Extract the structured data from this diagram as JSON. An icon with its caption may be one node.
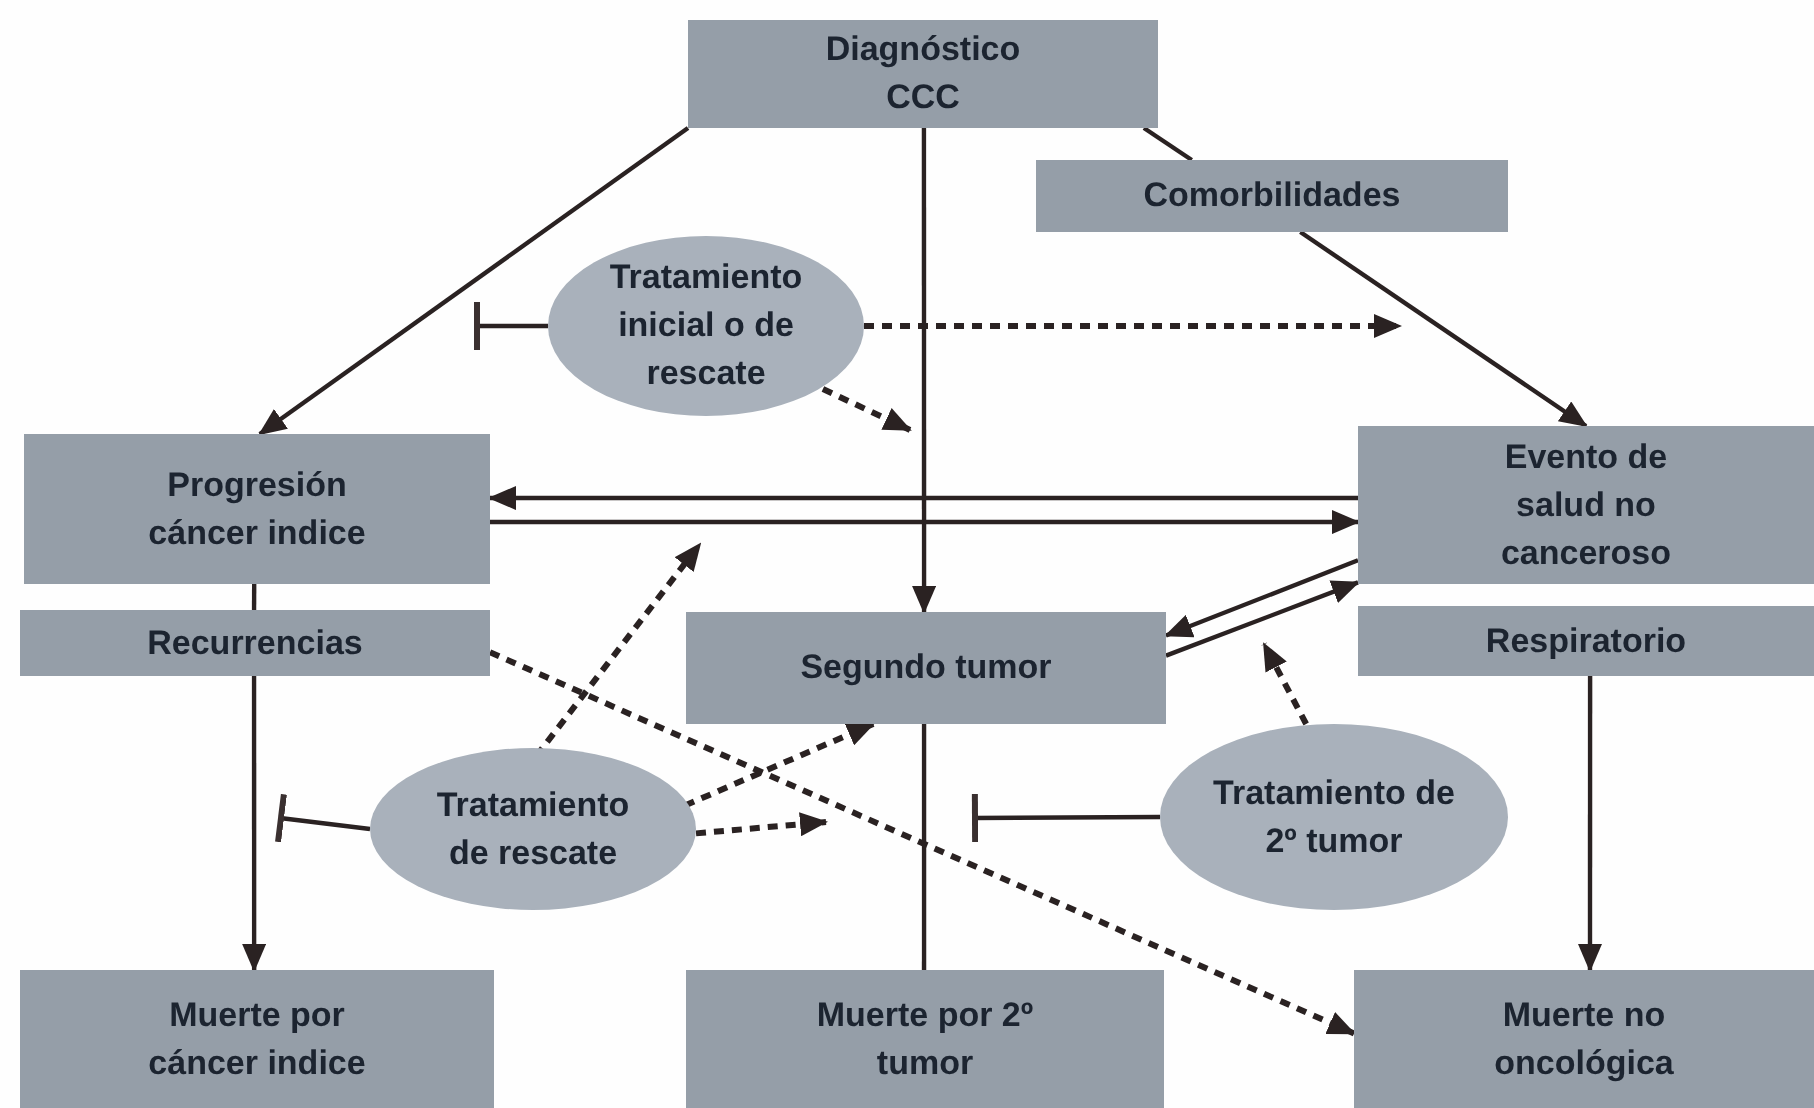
{
  "diagram": {
    "nodes": [
      {
        "text": [
          "Diagnóstico CCC"
        ]
      },
      {
        "text": [
          "Comorbilidades"
        ]
      },
      {
        "text": [
          "Progresión cáncer indice"
        ]
      },
      {
        "text": [
          "Recurrencias"
        ]
      },
      {
        "text": [
          "Evento de salud no canceroso"
        ]
      },
      {
        "text": [
          "Respiratorio"
        ]
      },
      {
        "text": [
          "Segundo tumor"
        ]
      },
      {
        "text": [
          "Tratamiento inicial o de rescate"
        ]
      },
      {
        "text": [
          "Tratamiento de rescate"
        ]
      },
      {
        "text": [
          "Tratamiento de 2º tumor"
        ]
      },
      {
        "text": [
          "Muerte por cáncer indice"
        ]
      },
      {
        "text": [
          "Muerte por 2º tumor"
        ]
      },
      {
        "text": [
          "Muerte no oncológica"
        ]
      }
    ],
    "edges": [
      {
        "from": 0,
        "to": 2,
        "arrow": "to"
      },
      {
        "from": 0,
        "to": 6,
        "arrow": "to"
      },
      {
        "from": 0,
        "to": 1,
        "arrow": "none"
      },
      {
        "from": 1,
        "to": 4,
        "arrow": "to"
      },
      {
        "from": 7,
        "to": null,
        "arrow": "to",
        "style": "dashed"
      },
      {
        "from": 7,
        "to": null,
        "arrow": "to",
        "style": "dashed"
      },
      {
        "from": 7,
        "to": null,
        "arrow": "other"
      },
      {
        "from": 4,
        "to": 2,
        "arrow": "to"
      },
      {
        "from": 2,
        "to": 4,
        "arrow": "to"
      },
      {
        "from": 2,
        "to": 3,
        "arrow": "none"
      },
      {
        "from": 3,
        "to": 10,
        "arrow": "to"
      },
      {
        "from": 8,
        "to": null,
        "arrow": "other"
      },
      {
        "from": 8,
        "to": null,
        "arrow": "to",
        "style": "dashed"
      },
      {
        "from": 8,
        "to": 6,
        "arrow": "to",
        "style": "dashed"
      },
      {
        "from": 8,
        "to": null,
        "arrow": "to",
        "style": "dashed"
      },
      {
        "from": 3,
        "to": 12,
        "arrow": "to",
        "style": "dashed"
      },
      {
        "from": 6,
        "to": 11,
        "arrow": "none"
      },
      {
        "from": 4,
        "to": 6,
        "arrow": "to"
      },
      {
        "from": 6,
        "to": 4,
        "arrow": "to"
      },
      {
        "from": 9,
        "to": null,
        "arrow": "to",
        "style": "dashed"
      },
      {
        "from": 9,
        "to": null,
        "arrow": "other"
      },
      {
        "from": 5,
        "to": 12,
        "arrow": "to"
      }
    ]
  }
}
